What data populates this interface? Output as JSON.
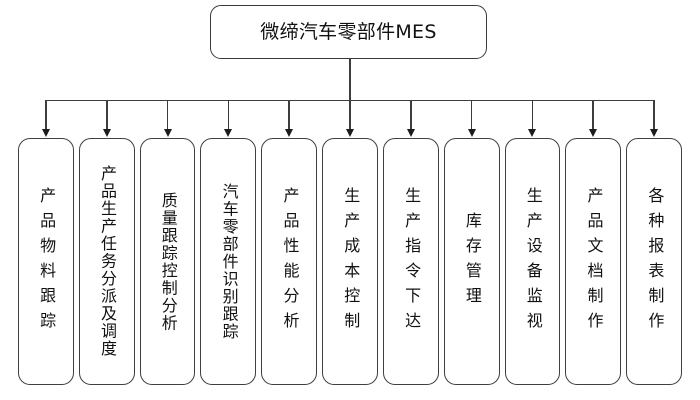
{
  "diagram": {
    "title": "微缔汽车零部件MES",
    "orientation": "top-down-tree",
    "colors": {
      "background": "#ffffff",
      "box_border": "#3f3f3f",
      "connector": "#3d3d3d",
      "text": "#111111"
    },
    "root": {
      "label": "微缔汽车零部件MES"
    },
    "children": [
      {
        "label": "产品物料跟踪"
      },
      {
        "label": "产品生产任务分派及调度"
      },
      {
        "label": "质量跟踪控制分析"
      },
      {
        "label": "汽车零部件识别跟踪"
      },
      {
        "label": "产品性能分析"
      },
      {
        "label": "生产成本控制"
      },
      {
        "label": "生产指令下达"
      },
      {
        "label": "库存管理"
      },
      {
        "label": "生产设备监视"
      },
      {
        "label": "产品文档制作"
      },
      {
        "label": "各种报表制作"
      }
    ]
  }
}
